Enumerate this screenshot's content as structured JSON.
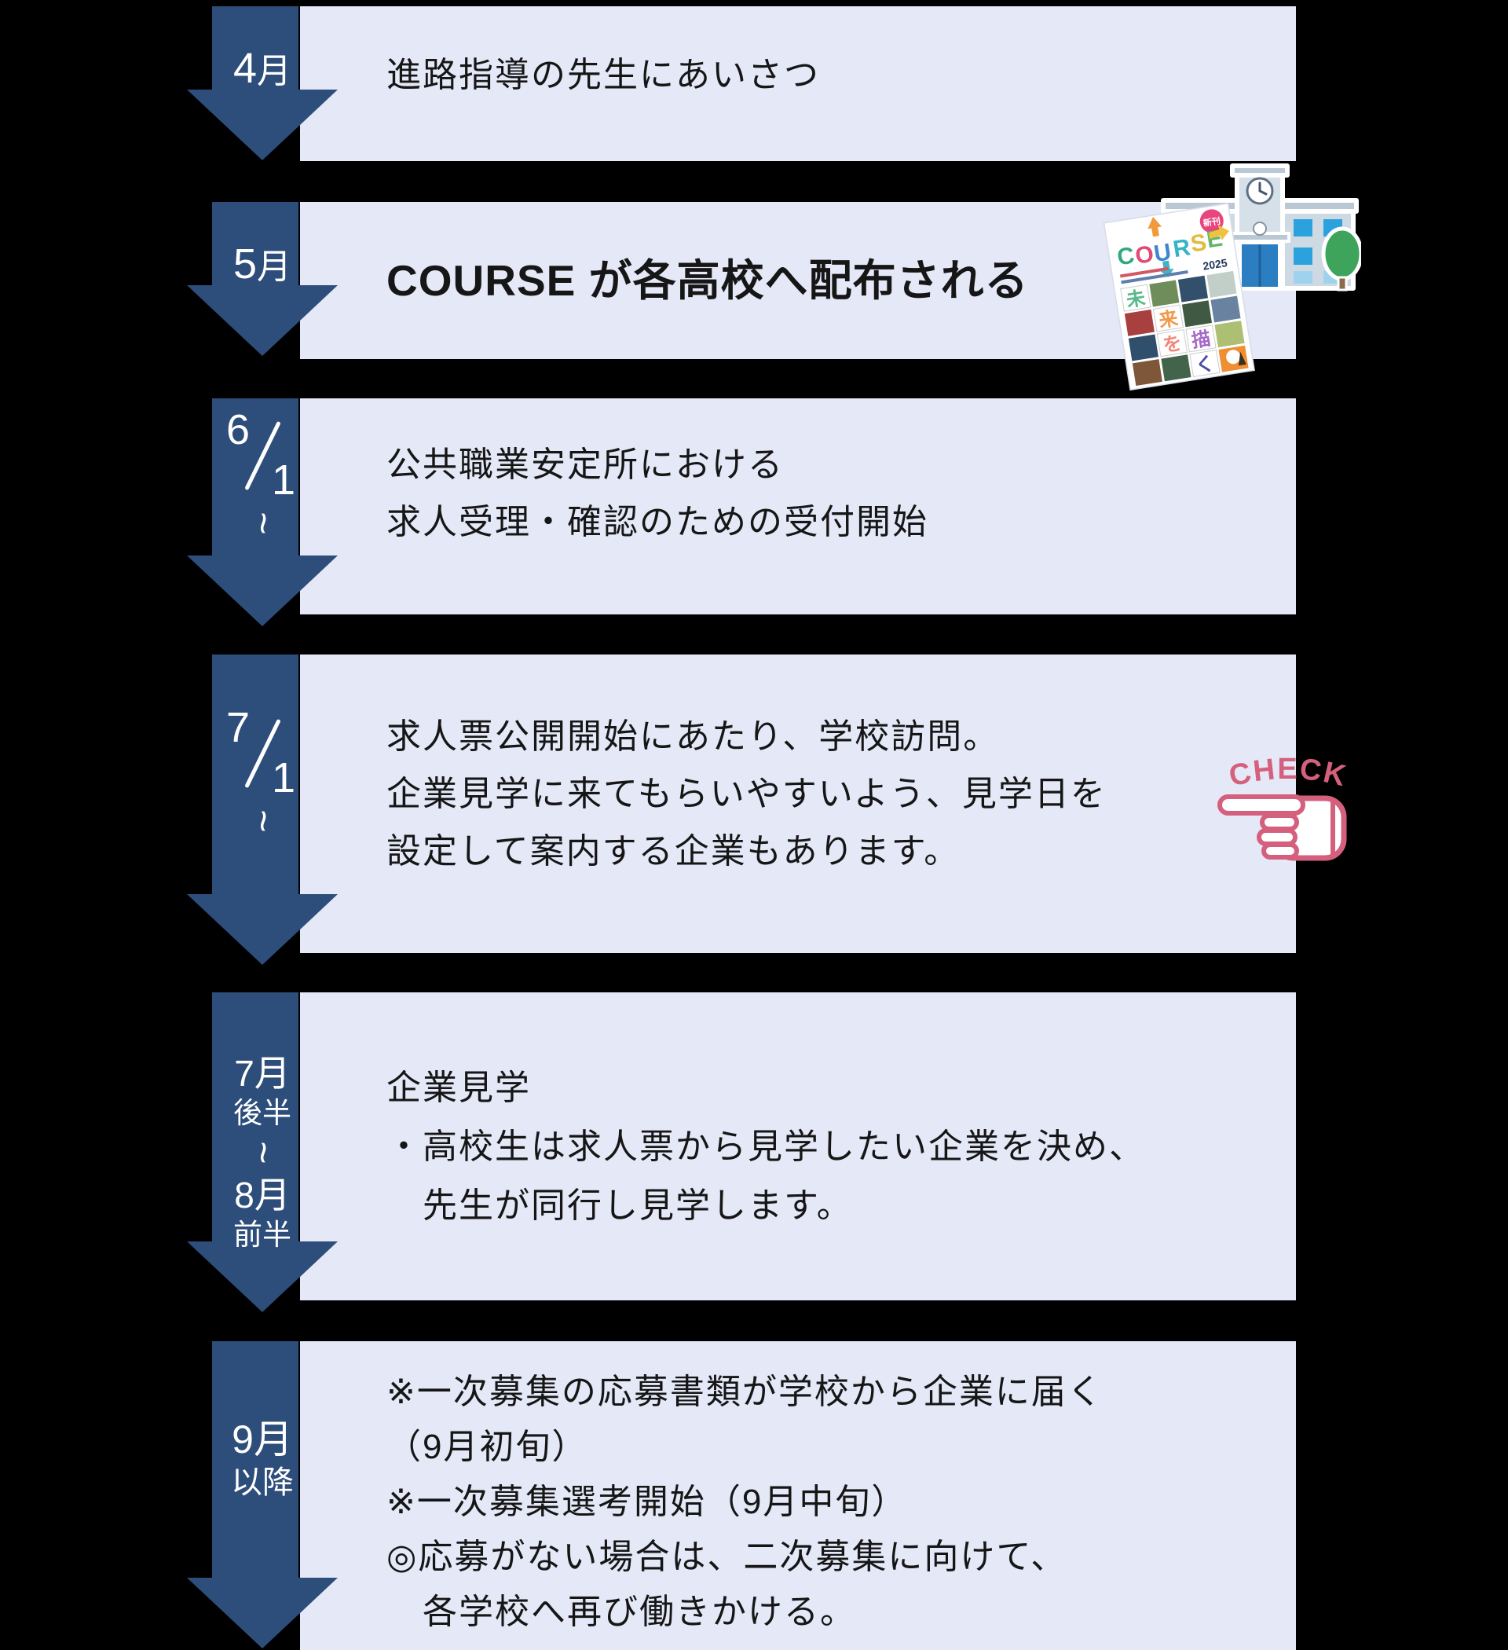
{
  "palette": {
    "background": "#000000",
    "arrow_blue": "#2d4d7a",
    "box_lavender": "#e4e8f7",
    "text_dark": "#161616",
    "label_white": "#ffffff",
    "check_pink": "#d5607d"
  },
  "rows": [
    {
      "date": {
        "num": "4",
        "unit": "月"
      },
      "lines": [
        "進路指導の先生にあいさつ"
      ]
    },
    {
      "date": {
        "num": "5",
        "unit": "月"
      },
      "lines": [
        "COURSE が各高校へ配布される"
      ]
    },
    {
      "date": {
        "num": "6",
        "den": "1",
        "tilde": "~"
      },
      "lines": [
        "公共職業安定所における",
        "求人受理・確認のための受付開始"
      ]
    },
    {
      "date": {
        "num": "7",
        "den": "1",
        "tilde": "~"
      },
      "lines": [
        "求人票公開開始にあたり、学校訪問。",
        "企業見学に来てもらいやすいよう、見学日を",
        "設定して案内する企業もあります。"
      ]
    },
    {
      "date": {
        "stack": [
          "7月",
          "後半",
          "~",
          "8月",
          "前半"
        ]
      },
      "lines": [
        "企業見学",
        "・高校生は求人票から見学したい企業を決め、",
        "　先生が同行し見学します。"
      ]
    },
    {
      "date": {
        "stack": [
          "9月",
          "以降"
        ]
      },
      "lines": [
        "※一次募集の応募書類が学校から企業に届く",
        "（9月初旬）",
        "※一次募集選考開始（9月中旬）",
        "◎応募がない場合は、二次募集に向けて、",
        "　各学校へ再び働きかける。"
      ]
    }
  ],
  "check": {
    "label": "CHECK"
  },
  "magazine": {
    "badge": "新刊",
    "year": "2025",
    "letters": [
      {
        "ch": "C",
        "color": "#2fa97c"
      },
      {
        "ch": "O",
        "color": "#e04a77"
      },
      {
        "ch": "U",
        "color": "#3f86cd"
      },
      {
        "ch": "R",
        "color": "#36b3c5"
      },
      {
        "ch": "S",
        "color": "#e3b93e"
      },
      {
        "ch": "E",
        "color": "#63b56a"
      }
    ],
    "cover_kanji": [
      {
        "ch": "未",
        "color": "#58b98a"
      },
      {
        "ch": "来",
        "color": "#f2994a"
      },
      {
        "ch": "を",
        "color": "#f08878"
      },
      {
        "ch": "描",
        "color": "#a569c9"
      },
      {
        "ch": "く",
        "color": "#4b4e9e"
      }
    ]
  }
}
